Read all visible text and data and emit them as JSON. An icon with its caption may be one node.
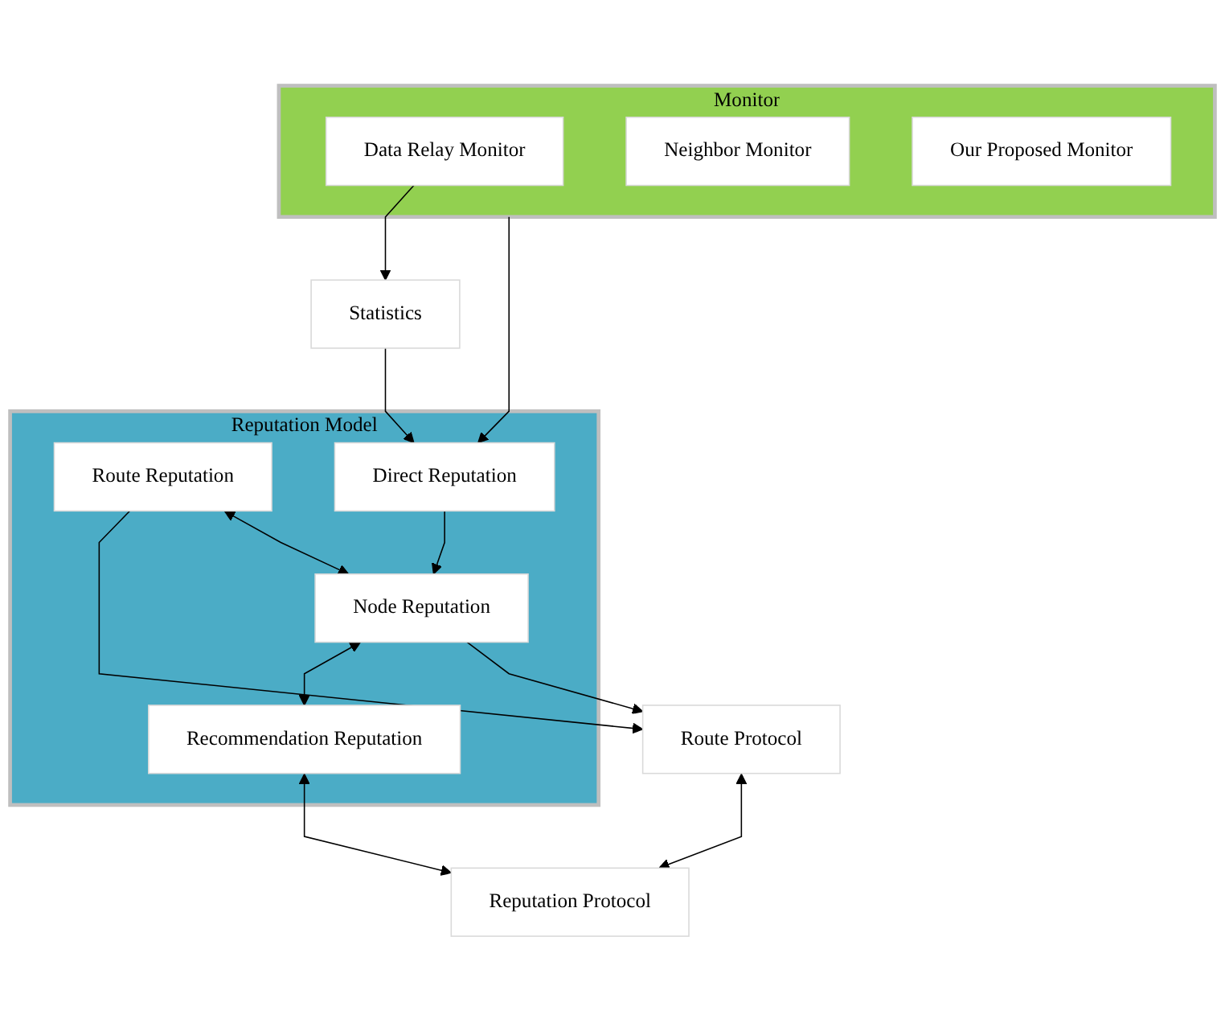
{
  "diagram": {
    "nodes": [
      {
        "text": [
          "Reputation Model"
        ]
      },
      {
        "text": [
          "Route Reputation"
        ],
        "in": 0
      },
      {
        "text": [
          "Node Reputation"
        ],
        "in": 0
      },
      {
        "text": [
          "Direct Reputation"
        ],
        "in": 0
      },
      {
        "text": [
          "Recommendation Reputation"
        ],
        "in": 0
      },
      {
        "text": [
          "Statistics"
        ]
      },
      {
        "text": [
          "Route Protocol"
        ]
      },
      {
        "text": [
          "Reputation Protocol"
        ]
      },
      {
        "text": [
          "Monitor"
        ]
      },
      {
        "text": [
          "Data Relay Monitor"
        ],
        "in": 8
      },
      {
        "text": [
          "Neighbor Monitor"
        ],
        "in": 8
      },
      {
        "text": [
          "Our Proposed Monitor"
        ],
        "in": 8
      }
    ],
    "edges": [
      {
        "from": 1,
        "to": 6,
        "arrow": "to"
      },
      {
        "from": 1,
        "to": 2,
        "arrow": "both"
      },
      {
        "from": 3,
        "to": 2,
        "arrow": "to"
      },
      {
        "from": 2,
        "to": 4,
        "arrow": "both"
      },
      {
        "from": 2,
        "to": 6,
        "arrow": "to"
      },
      {
        "from": 4,
        "to": 7,
        "arrow": "both"
      },
      {
        "from": 6,
        "to": 7,
        "arrow": "both"
      },
      {
        "from": 5,
        "to": 3,
        "arrow": "to"
      },
      {
        "from": 9,
        "to": 5,
        "arrow": "to"
      },
      {
        "from": 8,
        "to": 3,
        "arrow": "to"
      }
    ]
  }
}
